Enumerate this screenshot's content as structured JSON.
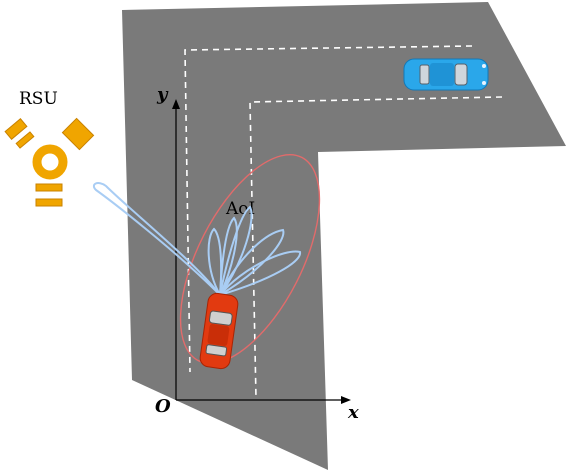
{
  "labels": {
    "rsu": "RSU",
    "aoi": "AoI",
    "axis_y": "y",
    "axis_x": "x",
    "origin": "O"
  },
  "colors": {
    "road": "#7a7a7a",
    "lane_marking": "#ffffff",
    "rsu_antenna": "#f0a500",
    "rsu_outline": "#c98200",
    "beam": "#a9cdf4",
    "aoi_ellipse": "#e26b6b",
    "ego_vehicle": "#e23a10",
    "other_vehicle": "#2aa7ea",
    "axis": "#000000"
  },
  "icons": {
    "rsu": "rsu-antenna-icon",
    "ego_vehicle": "red-car-icon",
    "other_vehicle": "blue-car-icon"
  }
}
